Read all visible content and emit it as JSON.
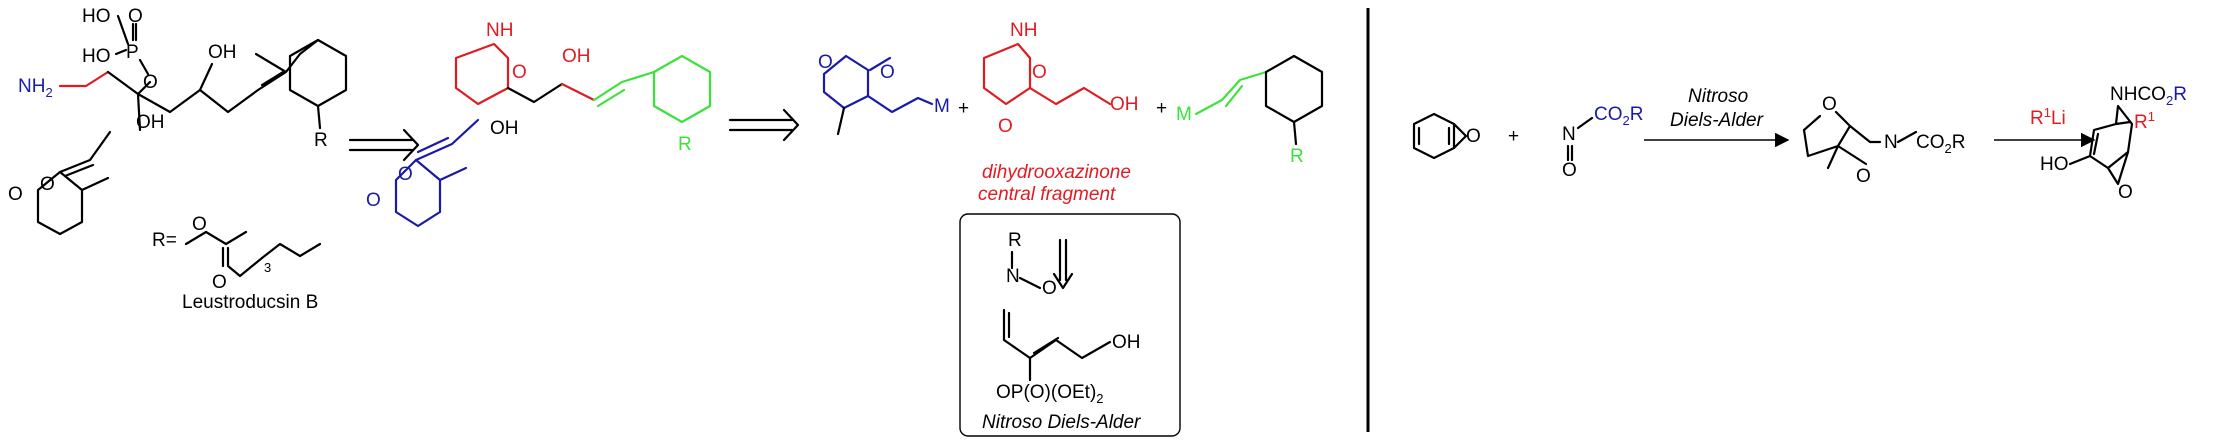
{
  "left_panel": {
    "target_name": "Leustroducsin B",
    "r_definition_prefix": "R=",
    "fragment_caption_line1": "dihydrooxazinone",
    "fragment_caption_line2": "central fragment",
    "box_caption": "Nitroso Diels-Alder",
    "box_reagent": "OP(O)(OEt)",
    "atoms": {
      "nh2": "NH",
      "oh": "OH",
      "ho": "HO",
      "o": "O",
      "p": "P",
      "nh": "NH",
      "r": "R",
      "m": "M",
      "n": "N",
      "plus": "+",
      "sub2": "2",
      "sub3": "3"
    }
  },
  "right_panel": {
    "arrow1_label_line1": "Nitroso",
    "arrow1_label_line2": "Diels-Alder",
    "arrow2_label": "R",
    "arrow2_label_sup": "1",
    "arrow2_label_suffix": "Li",
    "reagent_co2r": "CO",
    "reagent_co2r_suffix": "R",
    "product_nhco2r": "NHCO",
    "product_r1": "R",
    "plus": "+"
  },
  "colors": {
    "red": "#e11b22",
    "blue": "#1a1aa8",
    "green": "#3ce23c",
    "divider": "#000000"
  }
}
